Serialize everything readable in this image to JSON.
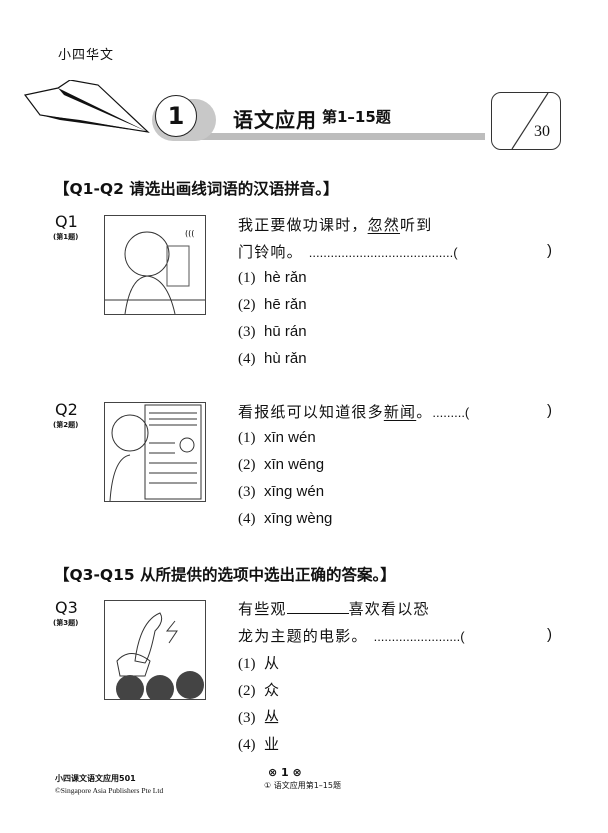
{
  "header": {
    "grade": "小四华文",
    "unit_number": "1",
    "title": "语文应用",
    "subtitle": "第1–15题",
    "total_score": "30"
  },
  "sections": [
    {
      "instruction": "【Q1-Q2 请选出画线词语的汉语拼音。】"
    },
    {
      "instruction": "【Q3-Q15 从所提供的选项中选出正确的答案。】"
    }
  ],
  "questions": [
    {
      "label": "Q1",
      "sub": "(第1题)",
      "line1_pre": "我正要做功课时，",
      "line1_underlined": "忽然",
      "line1_post": "听到",
      "line2": "门铃响。",
      "dots": "........................................(",
      "close": ")",
      "options": [
        {
          "num": "(1)",
          "text": "hè rǎn"
        },
        {
          "num": "(2)",
          "text": "hē rǎn"
        },
        {
          "num": "(3)",
          "text": "hū rán"
        },
        {
          "num": "(4)",
          "text": "hù rǎn"
        }
      ]
    },
    {
      "label": "Q2",
      "sub": "(第2题)",
      "line1_pre": "看报纸可以知道很多",
      "line1_underlined": "新闻",
      "line1_post": "。",
      "dots": ".........(",
      "close": ")",
      "options": [
        {
          "num": "(1)",
          "text": "xīn wén"
        },
        {
          "num": "(2)",
          "text": "xīn wēng"
        },
        {
          "num": "(3)",
          "text": "xīng wén"
        },
        {
          "num": "(4)",
          "text": "xīng wèng"
        }
      ]
    },
    {
      "label": "Q3",
      "sub": "(第3题)",
      "line1_pre": "有些观",
      "line1_post": "喜欢看以恐",
      "line2": "龙为主题的电影。",
      "dots": "........................(",
      "close": ")",
      "options": [
        {
          "num": "(1)",
          "text": "从"
        },
        {
          "num": "(2)",
          "text": "众"
        },
        {
          "num": "(3)",
          "text": "丛"
        },
        {
          "num": "(4)",
          "text": "业"
        }
      ]
    }
  ],
  "footer": {
    "book_title": "小四课文语文应用501",
    "copyright": "©Singapore Asia Publishers Pte Ltd",
    "page_number": "⊗ 1 ⊗",
    "chapter": "① 语文应用第1–15题"
  }
}
